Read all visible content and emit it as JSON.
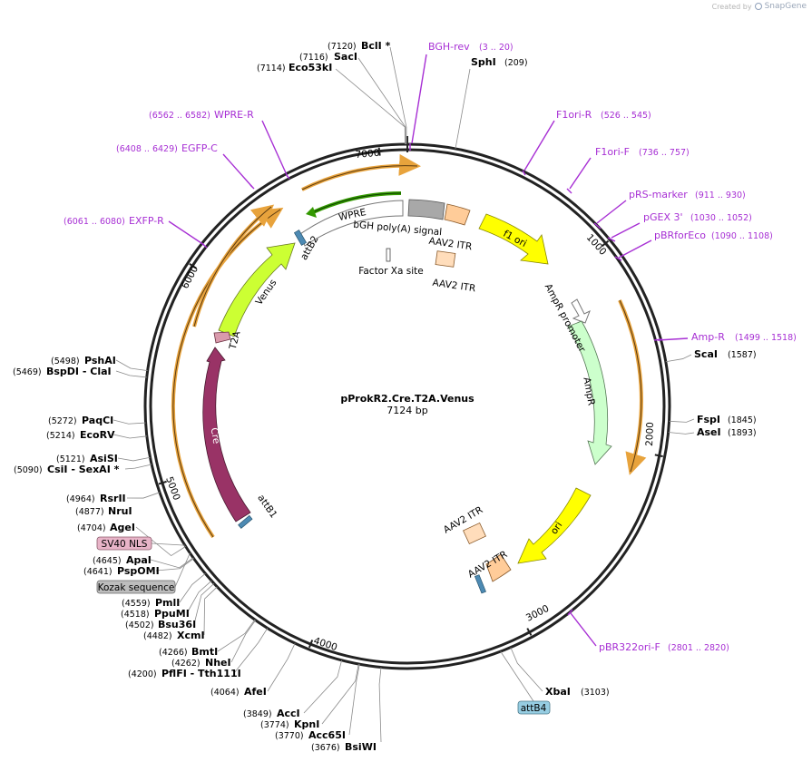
{
  "watermark": {
    "prefix": "Created by",
    "brand": "SnapGene"
  },
  "plasmid": {
    "name": "pProkR2.Cre.T2A.Venus",
    "size_label": "7124 bp",
    "length": 7124
  },
  "ticks": [
    "1000",
    "2000",
    "3000",
    "4000",
    "5000",
    "6000",
    "7000"
  ],
  "enzymes": [
    {
      "id": "bcli",
      "name": "BclI *",
      "pos": "(7120)"
    },
    {
      "id": "saci",
      "name": "SacI",
      "pos": "(7116)"
    },
    {
      "id": "eco53ki",
      "name": "Eco53kI",
      "pos": "(7114)"
    },
    {
      "id": "sphi",
      "name": "SphI",
      "pos": "(209)"
    },
    {
      "id": "scai",
      "name": "ScaI",
      "pos": "(1587)"
    },
    {
      "id": "fspi",
      "name": "FspI",
      "pos": "(1845)"
    },
    {
      "id": "asei",
      "name": "AseI",
      "pos": "(1893)"
    },
    {
      "id": "xbai",
      "name": "XbaI",
      "pos": "(3103)"
    },
    {
      "id": "bsiwi",
      "name": "BsiWI",
      "pos": "(3676)"
    },
    {
      "id": "acc65i",
      "name": "Acc65I",
      "pos": "(3770)"
    },
    {
      "id": "kpni",
      "name": "KpnI",
      "pos": "(3774)"
    },
    {
      "id": "acci",
      "name": "AccI",
      "pos": "(3849)"
    },
    {
      "id": "afei",
      "name": "AfeI",
      "pos": "(4064)"
    },
    {
      "id": "pflfi",
      "name": "PflFI - Tth111I",
      "pos": "(4200)"
    },
    {
      "id": "nhei",
      "name": "NheI",
      "pos": "(4262)"
    },
    {
      "id": "bmti",
      "name": "BmtI",
      "pos": "(4266)"
    },
    {
      "id": "xcmi",
      "name": "XcmI",
      "pos": "(4482)"
    },
    {
      "id": "bsu36i",
      "name": "Bsu36I",
      "pos": "(4502)"
    },
    {
      "id": "ppumi",
      "name": "PpuMI",
      "pos": "(4518)"
    },
    {
      "id": "pmli",
      "name": "PmlI",
      "pos": "(4559)"
    },
    {
      "id": "pspomi",
      "name": "PspOMI",
      "pos": "(4641)"
    },
    {
      "id": "apai",
      "name": "ApaI",
      "pos": "(4645)"
    },
    {
      "id": "agei",
      "name": "AgeI",
      "pos": "(4704)"
    },
    {
      "id": "srui",
      "name": "NruI",
      "pos": "(4877)"
    },
    {
      "id": "rsrii",
      "name": "RsrII",
      "pos": "(4964)"
    },
    {
      "id": "csii",
      "name": "CsiI - SexAI *",
      "pos": "(5090)"
    },
    {
      "id": "asisi",
      "name": "AsiSI",
      "pos": "(5121)"
    },
    {
      "id": "ecorv",
      "name": "EcoRV",
      "pos": "(5214)"
    },
    {
      "id": "paqci",
      "name": "PaqCI",
      "pos": "(5272)"
    },
    {
      "id": "bspdi",
      "name": "BspDI - ClaI",
      "pos": "(5469)"
    },
    {
      "id": "pshai",
      "name": "PshAI",
      "pos": "(5498)"
    }
  ],
  "primers": [
    {
      "id": "bgh-rev",
      "name": "BGH-rev",
      "range": "(3 .. 20)"
    },
    {
      "id": "f1ori-r",
      "name": "F1ori-R",
      "range": "(526 .. 545)"
    },
    {
      "id": "f1ori-f",
      "name": "F1ori-F",
      "range": "(736 .. 757)"
    },
    {
      "id": "prs-marker",
      "name": "pRS-marker",
      "range": "(911 .. 930)"
    },
    {
      "id": "pgex3",
      "name": "pGEX 3'",
      "range": "(1030 .. 1052)"
    },
    {
      "id": "pbrforeco",
      "name": "pBRforEco",
      "range": "(1090 .. 1108)"
    },
    {
      "id": "amp-r",
      "name": "Amp-R",
      "range": "(1499 .. 1518)"
    },
    {
      "id": "pbr322ori-f",
      "name": "pBR322ori-F",
      "range": "(2801 .. 2820)"
    },
    {
      "id": "exfp-r",
      "name": "EXFP-R",
      "range": "(6061 .. 6080)"
    },
    {
      "id": "egfp-c",
      "name": "EGFP-C",
      "range": "(6408 .. 6429)"
    },
    {
      "id": "wpre-r",
      "name": "WPRE-R",
      "range": "(6562 .. 6582)"
    }
  ],
  "features": {
    "f1ori": "f1 ori",
    "ampr_promoter": "AmpR promoter",
    "ampr": "AmpR",
    "ori": "ori",
    "aav2_itr_a": "AAV2 ITR",
    "aav2_itr_b": "AAV2 ITR",
    "aav2_itr_c": "AAV2 ITR",
    "aav2_itr_d": "AAV2 ITR",
    "factor_xa": "Factor Xa site",
    "bgh": "bGH poly(A) signal",
    "wpre": "WPRE",
    "attb2": "attB2",
    "attb1": "attB1",
    "venus": "Venus",
    "t2a": "T2A",
    "cre": "Cre",
    "attb4": "attB4",
    "sv40_nls": "SV40 NLS",
    "kozak": "Kozak sequence"
  },
  "colors": {
    "primer": "#a72fd4",
    "f1ori": "#ffff00",
    "ori": "#ffff00",
    "ampr": "#ccffcc",
    "cre": "#993366",
    "venus": "#ccff33",
    "itr": "#ffcc99",
    "orf_outline": "#e8a33c",
    "wpre_arrow": "#339900",
    "attb": "#4d8ab3"
  }
}
